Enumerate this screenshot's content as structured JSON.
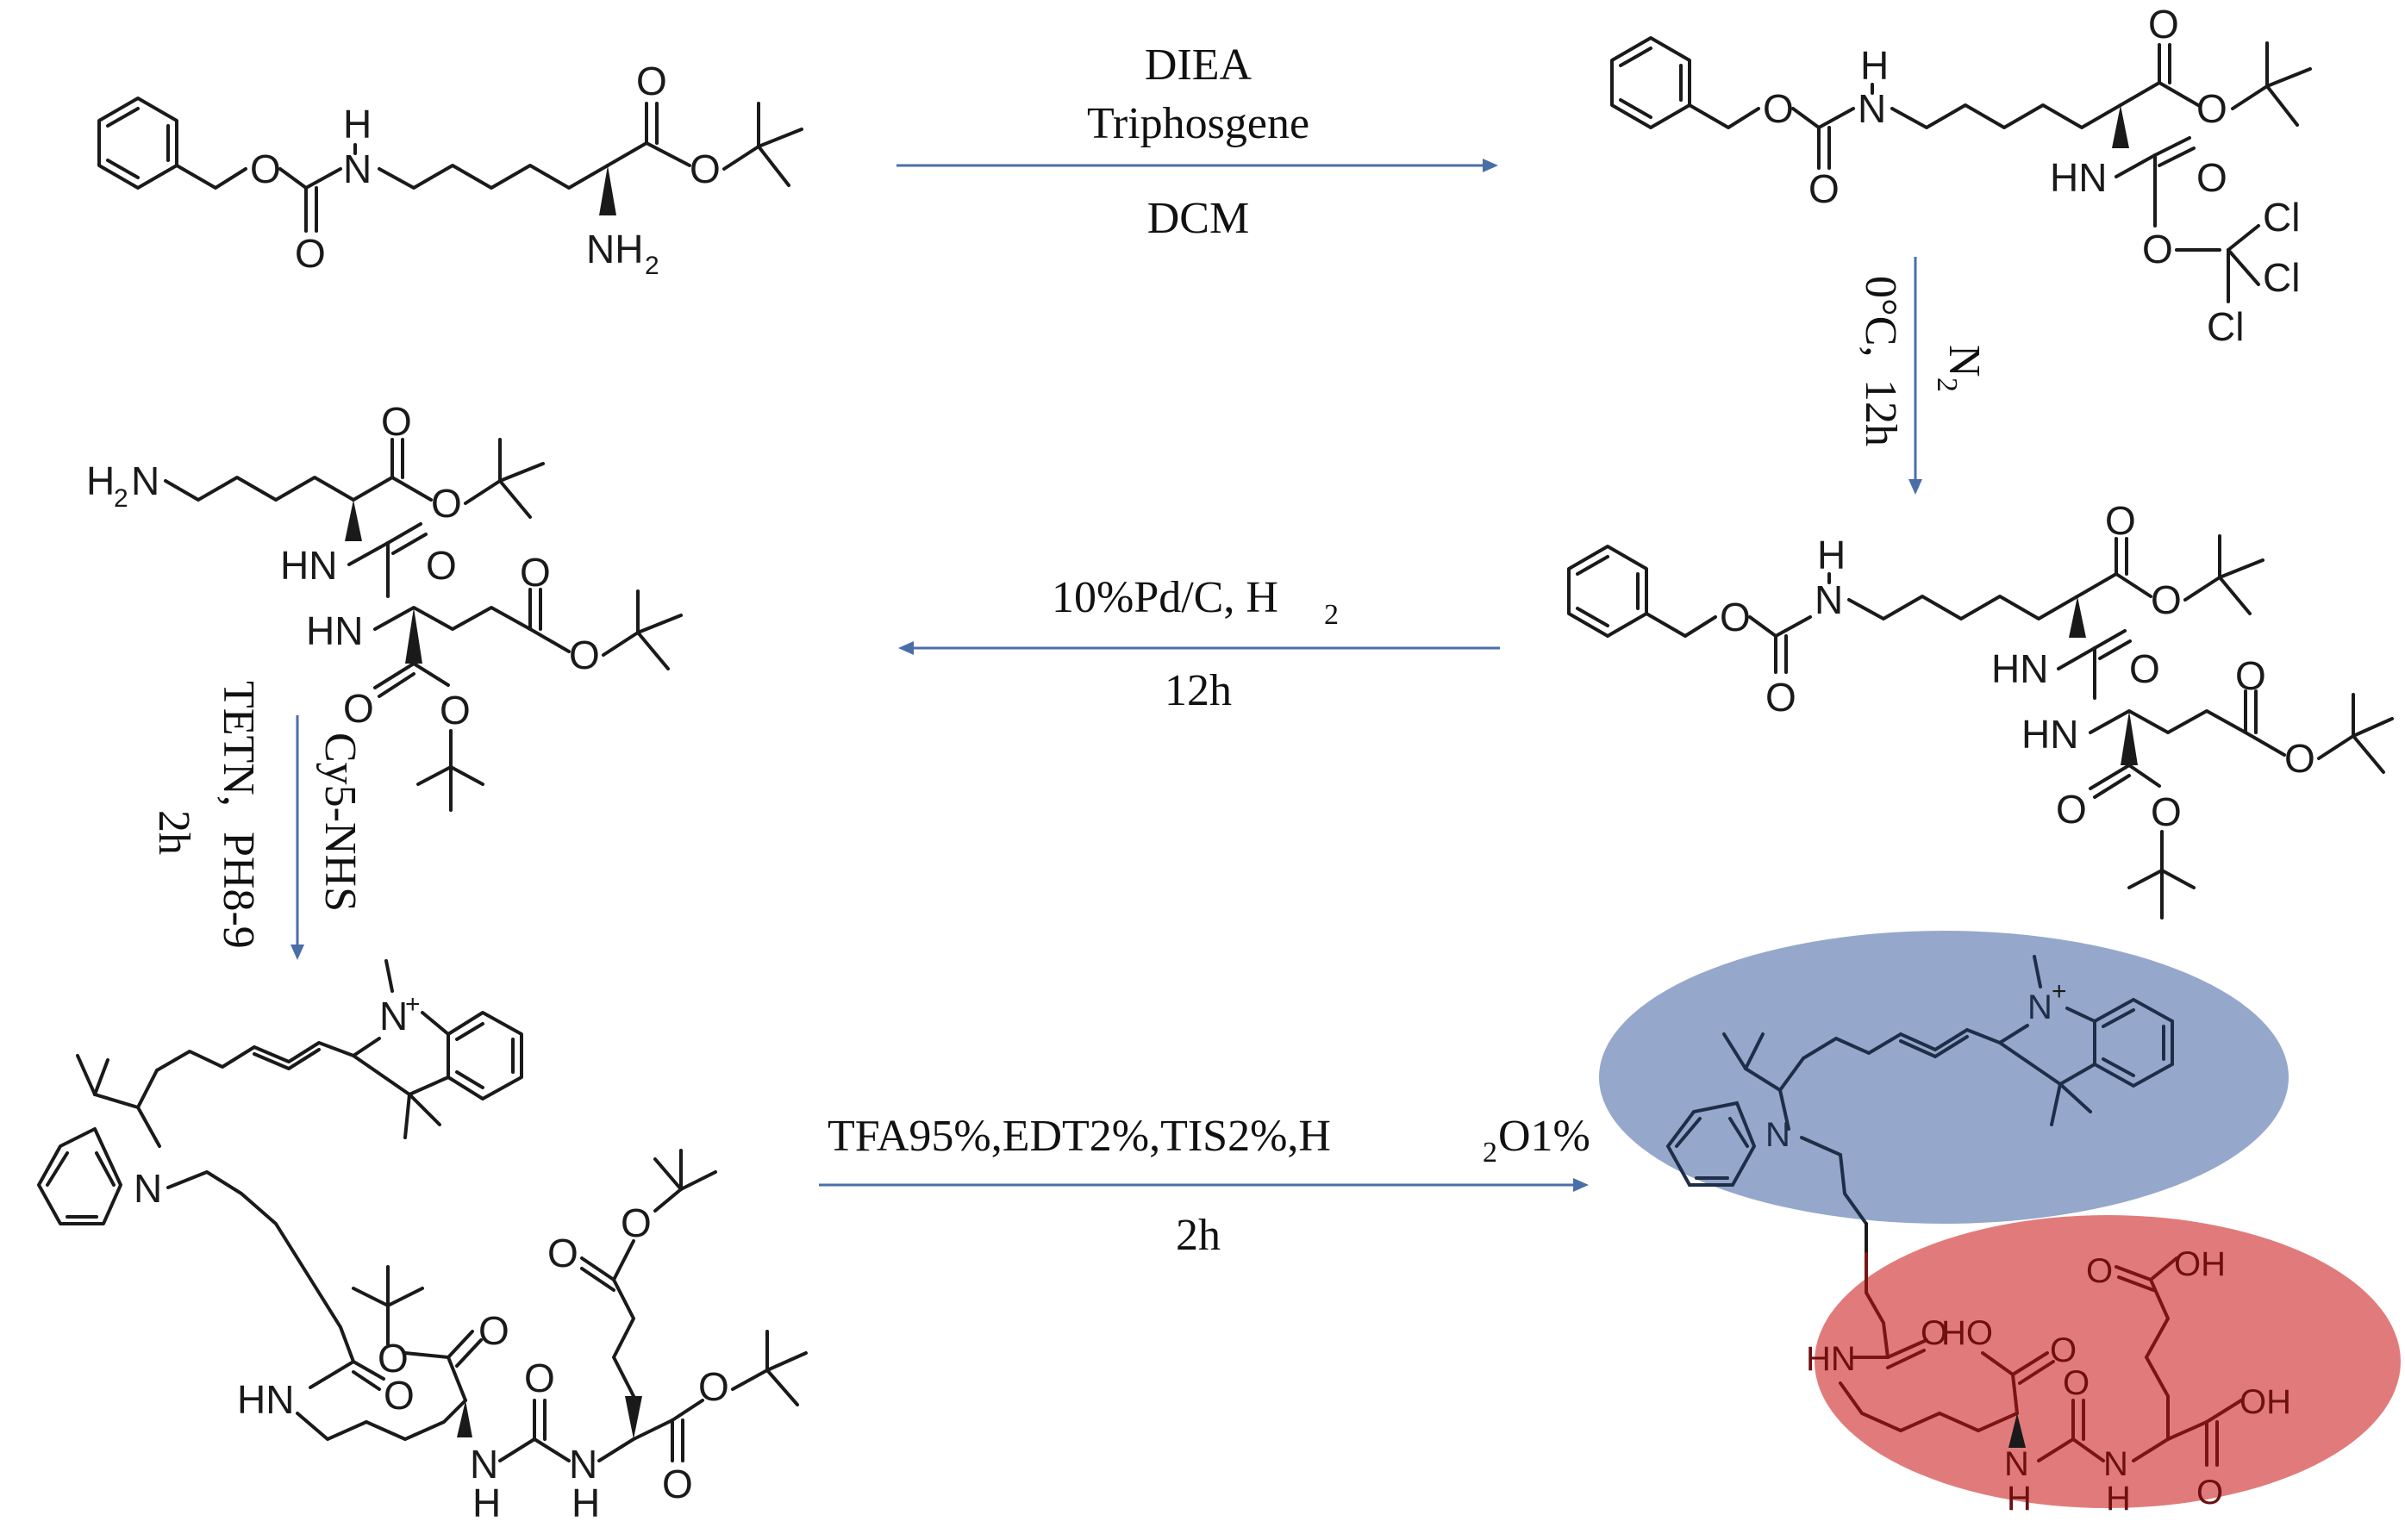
{
  "steps": {
    "step1": {
      "line1": "DIEA",
      "line2": "Triphosgene",
      "below": "DCM"
    },
    "step2": {
      "temp": "0°C,",
      "time": "12h",
      "atm": "N",
      "atm_sub": "2"
    },
    "step3": {
      "line1": "10%Pd/C, H",
      "line1_sub": "2",
      "below": "12h"
    },
    "step4": {
      "reagent": "Cy5-NHS",
      "base": "TETN,",
      "ph": "PH8-9",
      "time": "2h"
    },
    "step5": {
      "part1": "TFA95%,EDT2%,TIS2%,H",
      "part1_sub": "2",
      "part2": "O1%",
      "below": "2h"
    }
  },
  "atoms": {
    "O": "O",
    "N": "N",
    "H": "H",
    "NH": "NH",
    "HN": "HN",
    "NH2": "NH",
    "NH2_sub": "2",
    "H2N": "H",
    "H2N_sub": "2",
    "H2N_tail": "N",
    "Cl": "Cl",
    "OH": "OH",
    "HO": "HO",
    "Nplus": "N",
    "plus": "+"
  },
  "colors": {
    "arrow": "#4a6fa8",
    "cy5_region": "#8fa3c8",
    "psma_ligand_region": "#df7474"
  }
}
